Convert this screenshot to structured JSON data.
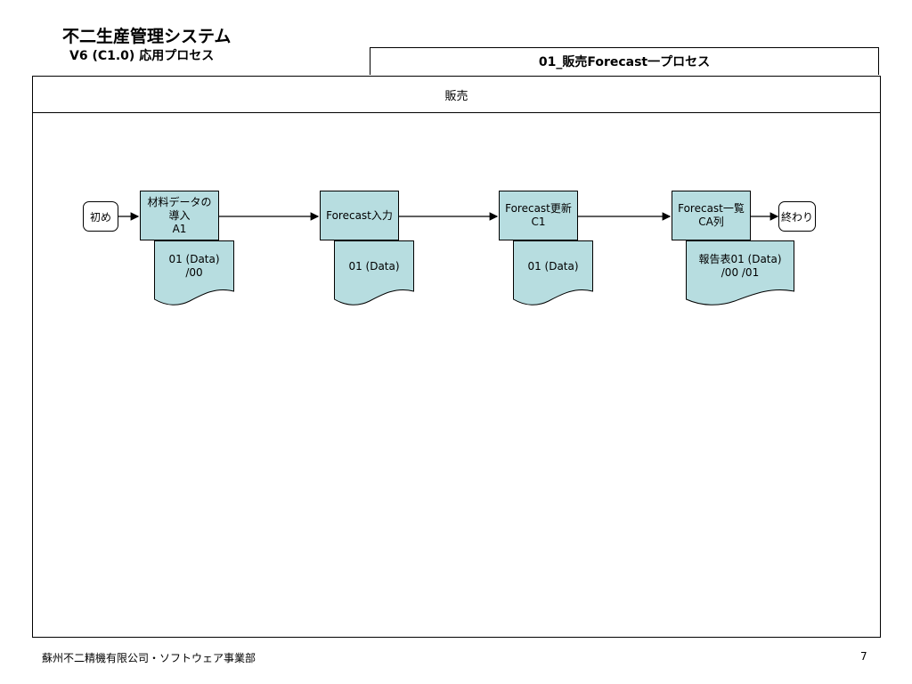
{
  "header": {
    "title": "不二生産管理システム",
    "subtitle": "V6 (C1.0) 応用プロセス",
    "process_title": "01_販売Forecast一プロセス"
  },
  "lane": {
    "label": "販売"
  },
  "flow": {
    "start_label": "初め",
    "end_label": "終わり",
    "steps": [
      {
        "label": "材料データの\n導入\nA1",
        "doc": "01 (Data)\n/00"
      },
      {
        "label": "Forecast入力",
        "doc": "01 (Data)"
      },
      {
        "label": "Forecast更新\nC1",
        "doc": "01 (Data)"
      },
      {
        "label": "Forecast一覧\nCA列",
        "doc": "報告表01 (Data)\n/00 /01"
      }
    ]
  },
  "footer": {
    "company": "蘇州不二精機有限公司・ソフトウェア事業部",
    "page": "7"
  },
  "colors": {
    "process_fill": "#b7dde0",
    "border": "#000000"
  }
}
